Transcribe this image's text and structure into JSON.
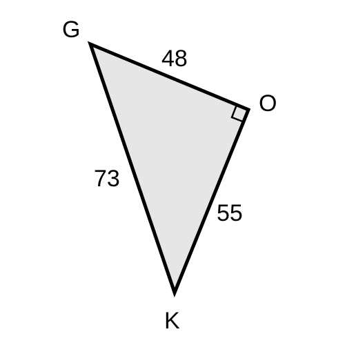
{
  "figure": {
    "vertices": {
      "G": "G",
      "O": "O",
      "K": "K"
    },
    "sides": {
      "GO": "48",
      "OK": "55",
      "GK": "73"
    },
    "right_angle_at": "O",
    "colors": {
      "fill": "#e6e6e6",
      "stroke": "#000000"
    }
  }
}
